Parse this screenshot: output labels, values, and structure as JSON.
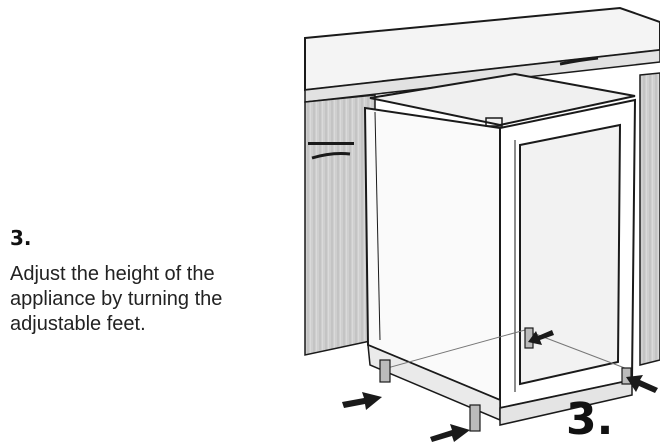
{
  "step": {
    "number": "3.",
    "text": "Adjust the height of the appliance by turning the adjustable feet."
  },
  "illustration": {
    "label": "3.",
    "icons": [
      "countertop",
      "cabinet-drawer",
      "appliance",
      "adjustable-foot",
      "arrow"
    ],
    "colors": {
      "line": "#1a1a1a",
      "cabinet": "#c8c8c8",
      "glass": "#eeeeee",
      "arrow": "#1a1a1a"
    }
  }
}
